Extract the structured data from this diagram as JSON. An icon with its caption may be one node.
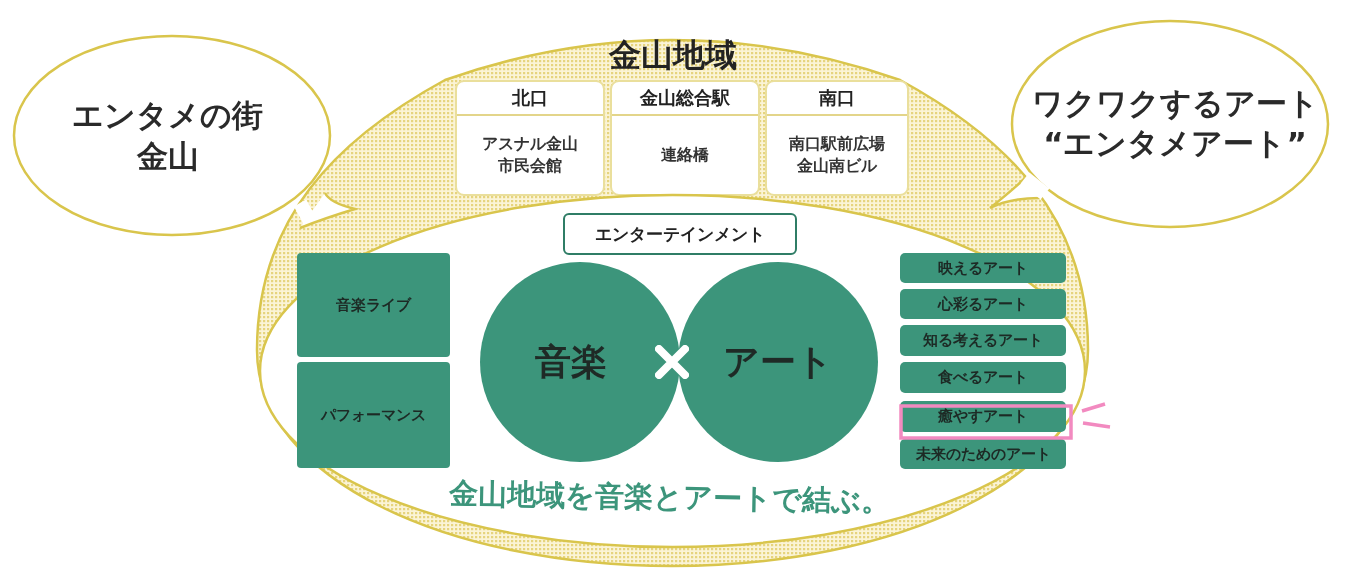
{
  "diagram": {
    "nodes": [
      {
        "text": [
          "エンタメの街金山"
        ]
      },
      {
        "text": [
          "金山地域"
        ]
      },
      {
        "text": [
          "北口",
          "アスナル金山市民会館"
        ],
        "in": 1
      },
      {
        "text": [
          "金山総合駅",
          "連絡橋"
        ],
        "in": 1
      },
      {
        "text": [
          "南口",
          "南口駅前広場金山南ビル"
        ],
        "in": 1
      },
      {
        "text": [],
        "shape": "ellipse",
        "in": 1
      },
      {
        "text": [
          "エンターテインメント"
        ],
        "in": 5
      },
      {
        "text": [
          "音楽ライブ"
        ],
        "in": 5
      },
      {
        "text": [
          "パフォーマンス"
        ],
        "in": 5
      },
      {
        "text": [
          "音楽"
        ],
        "in": 5
      },
      {
        "text": [
          "アート"
        ],
        "in": 5
      },
      {
        "text": [
          "映えるアート"
        ],
        "in": 5
      },
      {
        "text": [
          "心彩るアート"
        ],
        "in": 5
      },
      {
        "text": [
          "知る考えるアート"
        ],
        "in": 5
      },
      {
        "text": [
          "食べるアート"
        ],
        "in": 5
      },
      {
        "text": [
          "癒やすアート"
        ],
        "in": 5
      },
      {
        "text": [
          "未来のためのアート"
        ],
        "in": 5
      },
      {
        "text": [
          "ワクワクするアート“エンタメアート”"
        ]
      }
    ],
    "labels": [
      "金山地域を音楽とアートで結ぶ。"
    ]
  }
}
